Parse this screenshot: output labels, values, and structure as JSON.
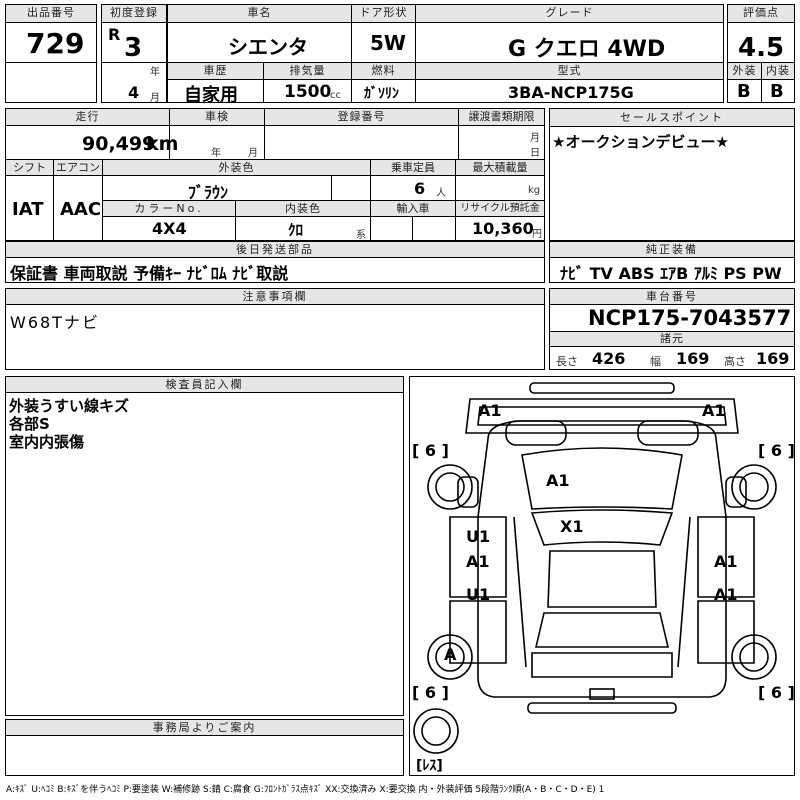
{
  "lot_no": {
    "label": "出品番号",
    "value": "729"
  },
  "first_reg": {
    "label": "初度登録",
    "era": "R",
    "year": "3",
    "year_unit": "年",
    "month": "4",
    "month_unit": "月"
  },
  "car_name": {
    "label": "車名",
    "value": "シエンタ"
  },
  "door": {
    "label": "ドア形状",
    "value": "5W"
  },
  "grade": {
    "label": "グレード",
    "value": "G クエロ 4WD"
  },
  "score": {
    "label": "評価点",
    "value": "4.5"
  },
  "history": {
    "label": "車歴",
    "value": "自家用"
  },
  "displacement": {
    "label": "排気量",
    "value": "1500",
    "unit": "cc"
  },
  "fuel": {
    "label": "燃料",
    "value": "ｶﾞｿﾘﾝ"
  },
  "model_code": {
    "label": "型式",
    "value": "3BA-NCP175G"
  },
  "exterior": {
    "label": "外装",
    "value": "B"
  },
  "interior": {
    "label": "内装",
    "value": "B"
  },
  "mileage": {
    "label": "走行",
    "value": "90,499",
    "unit": "km"
  },
  "inspection": {
    "label": "車検",
    "year_unit": "年",
    "month_unit": "月"
  },
  "reg_no": {
    "label": "登録番号"
  },
  "transfer_due": {
    "label": "譲渡書類期限",
    "month_unit": "月",
    "day_unit": "日"
  },
  "sales_point": {
    "label": "セールスポイント",
    "value": "★オークションデビュー★"
  },
  "shift": {
    "label": "シフト",
    "value": "IAT"
  },
  "aircon": {
    "label": "エアコン",
    "value": "AAC"
  },
  "ext_color": {
    "label": "外装色",
    "value": "ﾌﾞﾗｳﾝ"
  },
  "capacity": {
    "label": "乗車定員",
    "value": "6",
    "unit": "人"
  },
  "max_load": {
    "label": "最大積載量",
    "unit": "kg"
  },
  "color_no": {
    "label": "カラーNo.",
    "value": "4X4"
  },
  "int_color": {
    "label": "内装色",
    "value": "ｸﾛ",
    "unit": "系"
  },
  "import": {
    "label": "輸入車"
  },
  "recycle": {
    "label": "リサイクル預託金",
    "value": "10,360",
    "unit": "円"
  },
  "later_parts": {
    "label": "後日発送部品",
    "value": "保証書 車両取説 予備ｷｰ ﾅﾋﾞﾛﾑ ﾅﾋﾞ取説"
  },
  "genuine_equipment": {
    "label": "純正装備",
    "value": "ﾅﾋﾞ  TV  ABS ｴｱB ｱﾙﾐ PS PW"
  },
  "notes": {
    "label": "注意事項欄",
    "value": "W68Tナビ"
  },
  "chassis": {
    "label": "車台番号",
    "value": "NCP175-7043577"
  },
  "specs": {
    "label": "諸元",
    "length_label": "長さ",
    "length": "426",
    "width_label": "幅",
    "width": "169",
    "height_label": "高さ",
    "height": "169"
  },
  "inspector": {
    "label": "検査員記入欄",
    "lines": [
      "外装うすい線キズ",
      "各部S",
      "室内内張傷"
    ]
  },
  "office": {
    "label": "事務局よりご案内"
  },
  "diagram": {
    "marks": {
      "front_left": "A1",
      "front_right": "A1",
      "hood": "A1",
      "roof": "X1",
      "left_front_door_u": "U1",
      "left_front_door_a": "A1",
      "left_rear_door": "U1",
      "right_front_door": "A1",
      "right_rear_door": "A1",
      "left_rear_wheel": "A"
    },
    "tire_labels": [
      "[ 6 ]",
      "[ 6 ]",
      "[ 6 ]",
      "[ 6 ]"
    ],
    "spare": "[ﾚｽ]"
  },
  "legend": "A:ｷｽﾞ U:ﾍｺﾐ B:ｷｽﾞを伴うﾍｺﾐ P:要塗装 W:補修跡 S:錆 C:腐食 G:ﾌﾛﾝﾄｶﾞﾗｽ点ｷｽﾞ XX:交換済み X:要交換  内・外装評価 5段階ﾗﾝｸ順(A・B・C・D・E) 1"
}
